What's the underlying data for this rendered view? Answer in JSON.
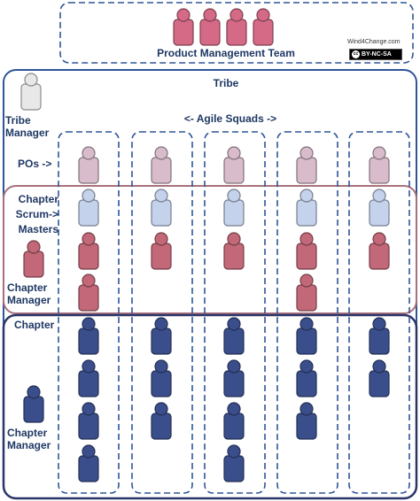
{
  "product_team": {
    "title": "Product Management Team",
    "icon": "person-icon",
    "color": "#d46a85"
  },
  "license": {
    "site": "Wind4Change.com",
    "badge": "BY-NC-SA",
    "badge_icon": "cc-icon"
  },
  "tribe": {
    "title": "Tribe",
    "manager_label": "Tribe Manager",
    "squads_label": "<- Agile Squads ->"
  },
  "row_labels": {
    "pos": "POs ->",
    "chapter_scrum_masters": "Chapter Scrum-> Masters",
    "chapter_manager_1": "Chapter Manager",
    "chapter": "Chapter",
    "chapter_manager_2": "Chapter Manager"
  },
  "colors": {
    "border": "#2e5597",
    "tribe_manager": "#e8e8e8",
    "product_owner": "#d8bccb",
    "scrum_master": "#c4d2ec",
    "chapter_member": "#c26878",
    "chapter_team": "#3a4e8c",
    "chapter_box_1": "#a9707c",
    "chapter_box_2": "#2b3668"
  },
  "squads": [
    {
      "product_owner": true,
      "scrum_master": true,
      "chapter1_members": 2,
      "chapter2_members": 4
    },
    {
      "product_owner": true,
      "scrum_master": true,
      "chapter1_members": 1,
      "chapter2_members": 3
    },
    {
      "product_owner": true,
      "scrum_master": true,
      "chapter1_members": 1,
      "chapter2_members": 4
    },
    {
      "product_owner": true,
      "scrum_master": true,
      "chapter1_members": 2,
      "chapter2_members": 3
    },
    {
      "product_owner": true,
      "scrum_master": true,
      "chapter1_members": 1,
      "chapter2_members": 2
    }
  ]
}
